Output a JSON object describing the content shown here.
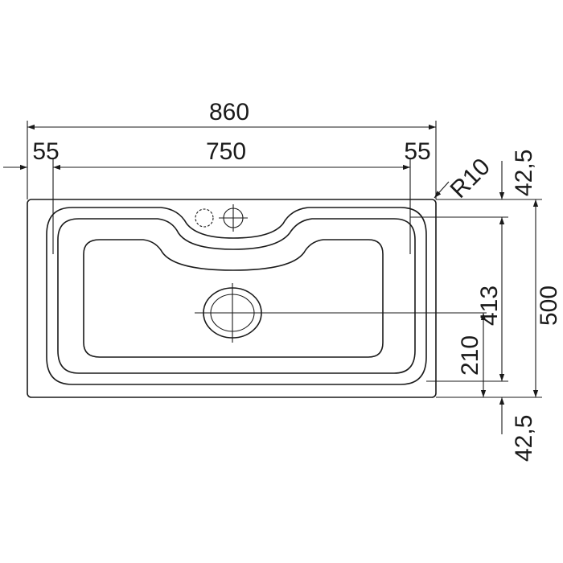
{
  "dimensions": {
    "overall_width": "860",
    "bowl_width": "750",
    "left_offset": "55",
    "right_offset": "55",
    "corner_radius": "R10",
    "top_edge": "42,5",
    "bottom_edge": "42,5",
    "bowl_depth": "413",
    "overall_depth": "500",
    "drain_offset": "210"
  },
  "colors": {
    "line": "#1a1a1a",
    "background": "#ffffff"
  }
}
